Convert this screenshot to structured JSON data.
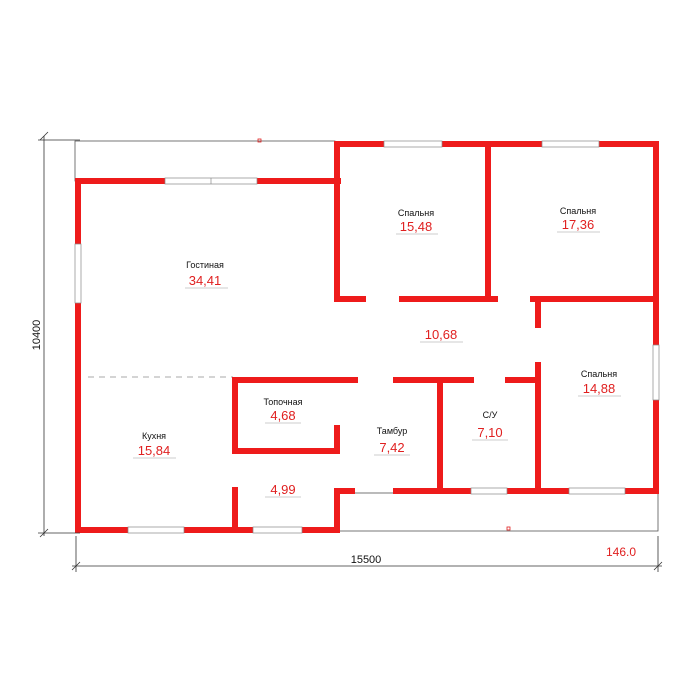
{
  "rooms": [
    {
      "id": "living",
      "name": "Гостиная",
      "area": "34,41"
    },
    {
      "id": "bedroom1",
      "name": "Спальня",
      "area": "15,48"
    },
    {
      "id": "bedroom2",
      "name": "Спальня",
      "area": "17,36"
    },
    {
      "id": "hall",
      "name": "",
      "area": "10,68"
    },
    {
      "id": "bedroom3",
      "name": "Спальня",
      "area": "14,88"
    },
    {
      "id": "boiler",
      "name": "Топочная",
      "area": "4,68"
    },
    {
      "id": "kitchen",
      "name": "Кухня",
      "area": "15,84"
    },
    {
      "id": "vestibule",
      "name": "Тамбур",
      "area": "7,42"
    },
    {
      "id": "bathroom",
      "name": "С/У",
      "area": "7,10"
    },
    {
      "id": "storage",
      "name": "",
      "area": "4,99"
    }
  ],
  "dimensions": {
    "width": "15500",
    "height": "10400",
    "total_area": "146.0"
  },
  "colors": {
    "wall": "#ee1b1b",
    "area_text": "#e02020"
  }
}
